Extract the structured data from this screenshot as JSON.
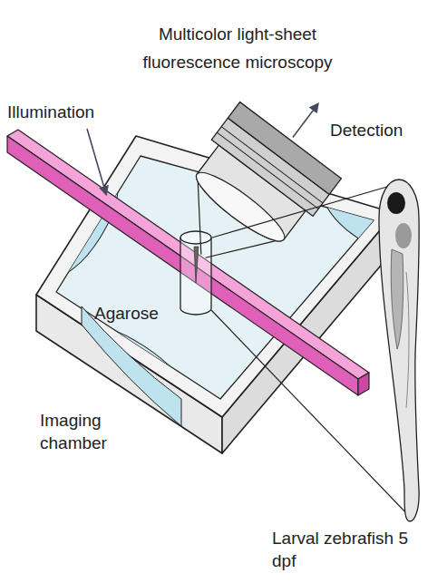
{
  "diagram": {
    "labels": [
      "Multicolor light-sheet fluorescence microscopy",
      "Illumination",
      "Detection",
      "Agarose",
      "Imaging chamber",
      "Larval zebrafish 5 dpf"
    ]
  }
}
